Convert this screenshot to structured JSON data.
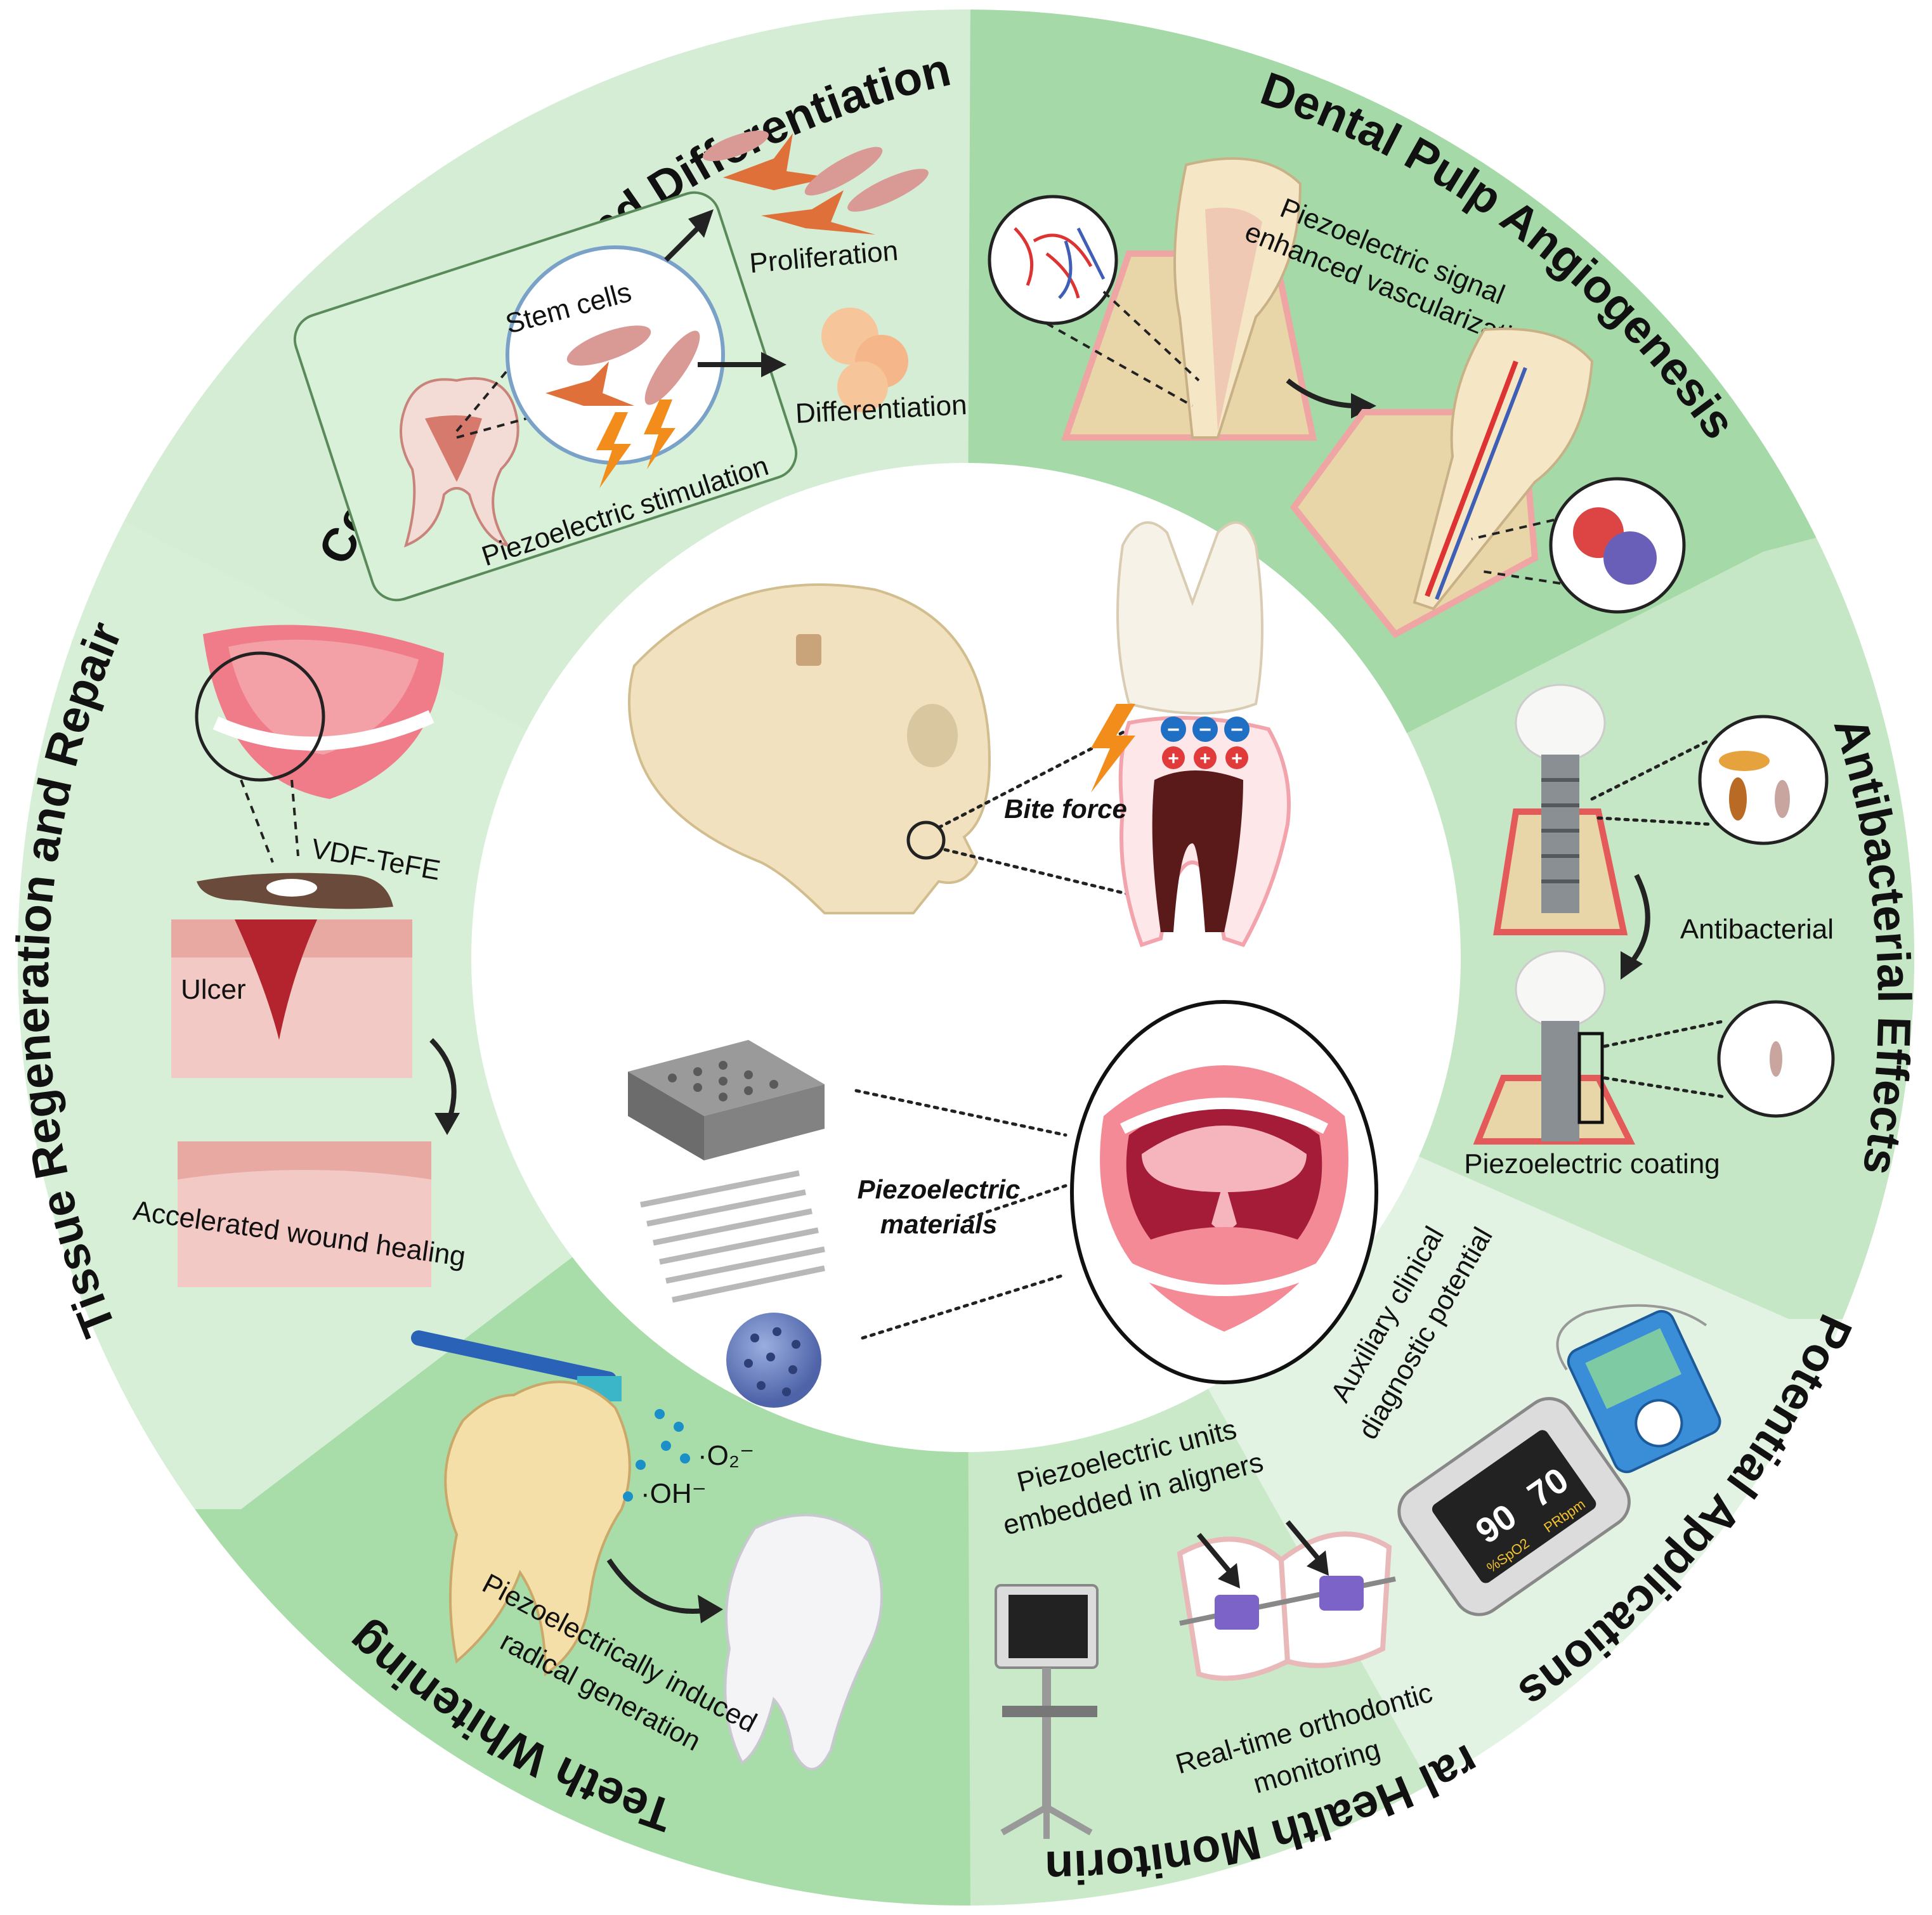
{
  "sections": {
    "cell_proliferation": {
      "title": "Cell Proliferation and Differentiation",
      "stem_cells": "Stem cells",
      "proliferation": "Proliferation",
      "differentiation": "Differentiation",
      "stimulation": "Piezoelectric stimulation"
    },
    "dental_pulp": {
      "title": "Dental Pulp Angiogenesis",
      "signal_line1": "Piezoelectric signal",
      "signal_line2": "enhanced vascularization"
    },
    "antibacterial": {
      "title": "Antibacterial Effects",
      "label": "Antibacterial",
      "coating": "Piezoelectric coating"
    },
    "potential": {
      "title": "Potential Applications",
      "diag_line1": "Auxiliary clinical",
      "diag_line2": "diagnostic potential",
      "pulse_spo2": "%SpO2",
      "pulse_pr": "PRbpm",
      "pulse_val1": "90",
      "pulse_val2": "70"
    },
    "oral_health": {
      "title": "Oral Health Monitoring",
      "units_line1": "Piezoelectric units",
      "units_line2": "embedded in aligners",
      "monitor_line1": "Real-time orthodontic",
      "monitor_line2": "monitoring"
    },
    "teeth_whitening": {
      "title": "Teeth Whitening",
      "radical_o2": "·O₂⁻",
      "radical_oh": "·OH⁻",
      "induced_line1": "Piezoelectrically induced",
      "induced_line2": "radical generation"
    },
    "tissue_regeneration": {
      "title": "Tissue Regeneration and Repair",
      "vdf": "VDF-TeFE",
      "ulcer": "Ulcer",
      "healing": "Accelerated wound healing"
    }
  },
  "center": {
    "bite_force": "Bite force",
    "materials_line1": "Piezoelectric",
    "materials_line2": "materials",
    "neg_sign": "−",
    "pos_sign": "+"
  },
  "colors": {
    "ring_light": "#d3ecd3",
    "ring_mid": "#c4e6c4",
    "ring_dark": "#a6d9a6",
    "lightning": "#f28c1a",
    "charge_blue": "#1f6fc4",
    "charge_red": "#e03a3a"
  }
}
